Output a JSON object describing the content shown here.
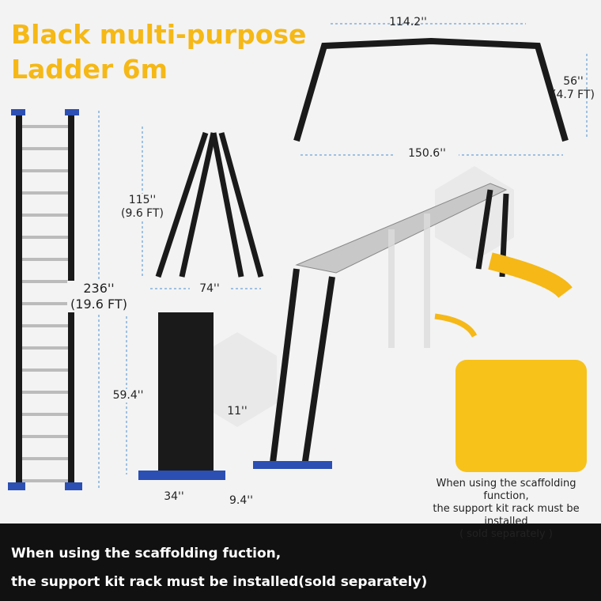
{
  "title": {
    "line1": "Black multi-purpose",
    "line2": "Ladder 6m"
  },
  "dimensions": {
    "top_width": "114.2''",
    "top_height": "56''",
    "top_height_ft": "(4.7 FT)",
    "top_span": "150.6''",
    "straight_height": "236''",
    "straight_height_ft": "(19.6 FT)",
    "a_frame_height": "115''",
    "a_frame_height_ft": "(9.6 FT)",
    "a_frame_base": "74''",
    "folded_height": "59.4''",
    "folded_rung": "11''",
    "folded_width": "34''",
    "folded_depth": "9.4''"
  },
  "callout_note": {
    "line1": "When using the scaffolding function,",
    "line2": "the support kit rack must be installed",
    "line3": "( sold separately )"
  },
  "banner": {
    "line1": "When using the scaffolding fuction,",
    "line2": "the support kit rack must be installed(sold separately)"
  },
  "colors": {
    "accent": "#f5b816",
    "banner": "#111111",
    "rail": "#1a1a1a",
    "foot": "#2b4fb3"
  }
}
